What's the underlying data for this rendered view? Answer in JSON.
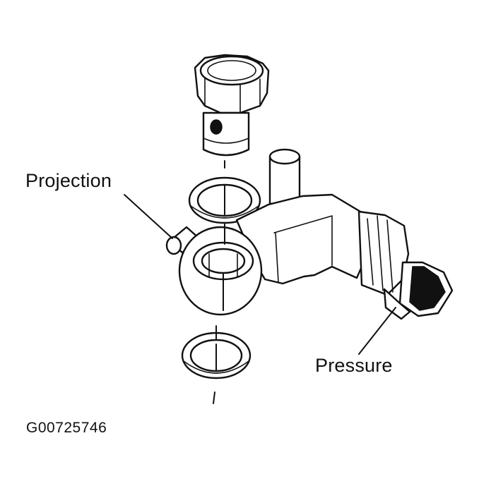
{
  "labels": {
    "projection": "Projection",
    "pressure": "Pressure"
  },
  "figure_code": "G00725746",
  "colors": {
    "ink": "#111111",
    "background": "#ffffff"
  }
}
